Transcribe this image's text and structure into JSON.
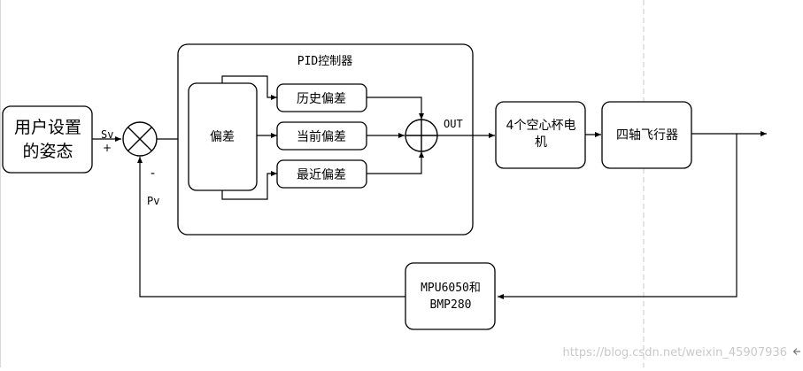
{
  "diagram": {
    "setpoint": "用户设置的姿态",
    "setpoint_line1": "用户设置",
    "setpoint_line2": "的姿态",
    "sv_label": "Sv",
    "plus_sign": "+",
    "minus_sign": "-",
    "pv_label": "Pv",
    "pid_title": "PID控制器",
    "error_label": "偏差",
    "history_error": "历史偏差",
    "current_error": "当前偏差",
    "recent_error": "最近偏差",
    "out_label": "OUT",
    "motor_line1": "4个空心杯电",
    "motor_line2": "机",
    "plant_label": "四轴飞行器",
    "sensor_line1": "MPU6050和",
    "sensor_line2": "BMP280",
    "watermark": "https://blog.csdn.net/weixin_45907936"
  }
}
